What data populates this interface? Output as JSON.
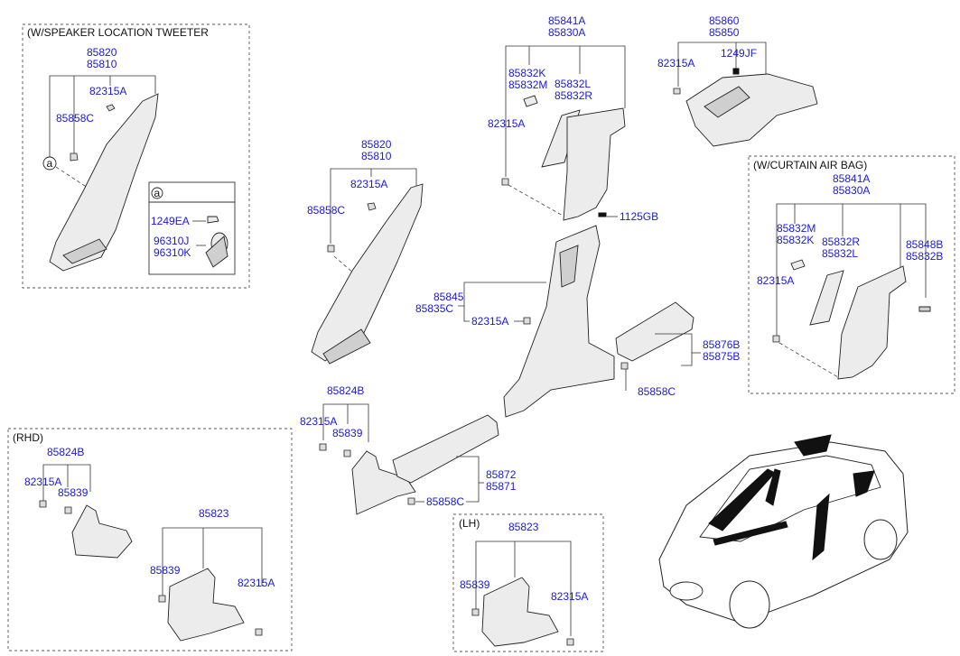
{
  "titles": {
    "tweeter": "(W/SPEAKER LOCATION TWEETER",
    "airbag": "(W/CURTAIN AIR BAG)",
    "rhd": "(RHD)",
    "lh": "(LH)"
  },
  "callouts": {
    "a_marker": "a",
    "a_box": "a"
  },
  "labels": {
    "tw_85820": "85820",
    "tw_85810": "85810",
    "tw_82315A": "82315A",
    "tw_85858C": "85858C",
    "tw_1249EA": "1249EA",
    "tw_96310J": "96310J",
    "tw_96310K": "96310K",
    "m_85820": "85820",
    "m_85810": "85810",
    "m_82315A": "82315A",
    "m_85858C": "85858C",
    "t_85841A": "85841A",
    "t_85830A": "85830A",
    "t_85832K": "85832K",
    "t_85832M": "85832M",
    "t_85832L": "85832L",
    "t_85832R": "85832R",
    "t_82315A": "82315A",
    "t_1125GB": "1125GB",
    "tr_85860": "85860",
    "tr_85850": "85850",
    "tr_82315A": "82315A",
    "tr_1249JF": "1249JF",
    "ab_85841A": "85841A",
    "ab_85830A": "85830A",
    "ab_85832M": "85832M",
    "ab_85832K": "85832K",
    "ab_85832R": "85832R",
    "ab_85832L": "85832L",
    "ab_85848B": "85848B",
    "ab_85832B": "85832B",
    "ab_82315A": "82315A",
    "c_85845": "85845",
    "c_85835C": "85835C",
    "c_82315A": "82315A",
    "s_85876B": "85876B",
    "s_85875B": "85875B",
    "s_85858C": "85858C",
    "l_85824B": "85824B",
    "l_82315A": "82315A",
    "l_85839": "85839",
    "l_85872": "85872",
    "l_85871": "85871",
    "l_85858C": "85858C",
    "r_85824B": "85824B",
    "r_82315A": "82315A",
    "r_85839": "85839",
    "r_85823": "85823",
    "r_85839b": "85839",
    "r_82315Ab": "82315A",
    "lh_85823": "85823",
    "lh_85839": "85839",
    "lh_82315A": "82315A"
  }
}
